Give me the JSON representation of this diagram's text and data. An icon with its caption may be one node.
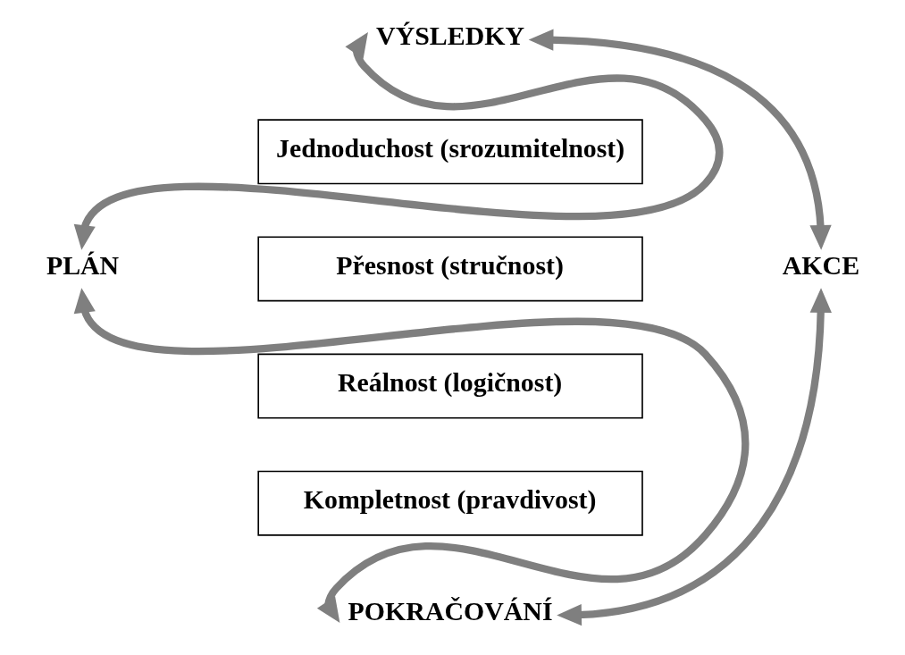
{
  "diagram": {
    "nodes": [
      {
        "text": [
          "VÝSLEDKY"
        ]
      },
      {
        "text": [
          "Jednoduchost (srozumitelnost)"
        ]
      },
      {
        "text": [
          "Přesnost (stručnost)"
        ]
      },
      {
        "text": [
          "PLÁN"
        ]
      },
      {
        "text": [
          "AKCE"
        ]
      },
      {
        "text": [
          "Reálnost (logičnost)"
        ]
      },
      {
        "text": [
          "Kompletnost (pravdivost)"
        ]
      },
      {
        "text": [
          "POKRAČOVÁNÍ"
        ]
      }
    ],
    "edges": [
      {
        "from": 3,
        "to": 0,
        "arrow": "both"
      },
      {
        "from": 0,
        "to": 4,
        "arrow": "both"
      },
      {
        "from": 4,
        "to": 7,
        "arrow": "both"
      },
      {
        "from": 7,
        "to": 3,
        "arrow": "both"
      }
    ]
  }
}
